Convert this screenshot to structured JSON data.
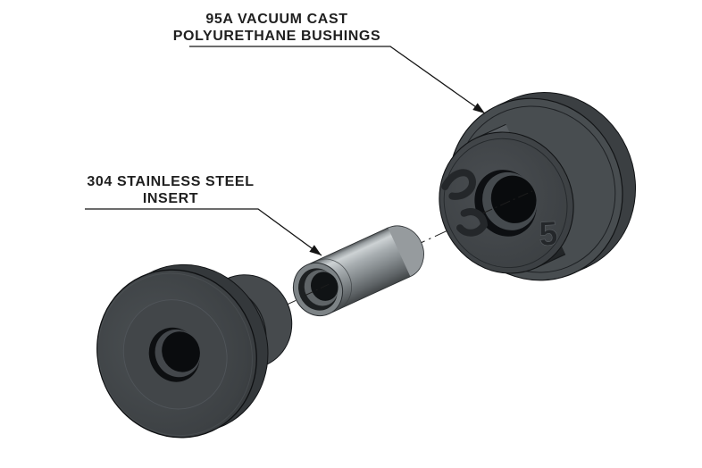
{
  "background": "#ffffff",
  "callouts": {
    "bushings": {
      "line1": "95A VACUUM CAST",
      "line2": "POLYURETHANE BUSHINGS"
    },
    "insert": {
      "line1": "304 STAINLESS STEEL",
      "line2": "INSERT"
    }
  },
  "parts": {
    "bushing_rear_emboss": "5"
  },
  "colors": {
    "label_text": "#1f1f1f",
    "leader_line": "#141414",
    "centerline": "#1d1d1d",
    "part_edge": "#121416",
    "part_body": "#43474a",
    "emboss": "#24272a",
    "steel_highlight": "#cdd2d4",
    "steel_mid": "#8f9598",
    "steel_shadow": "#424648"
  }
}
